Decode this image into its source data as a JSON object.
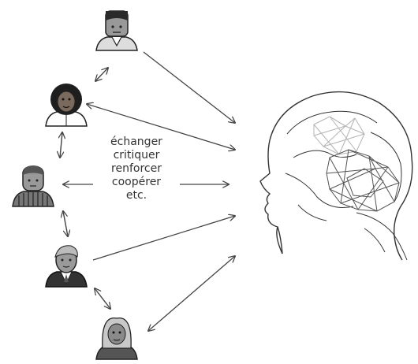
{
  "diagram": {
    "actions": [
      "échanger",
      "critiquer",
      "renforcer",
      "coopérer",
      "etc."
    ]
  },
  "colors": {
    "line": "#444444",
    "skin": "#9a9a9a",
    "dark_hair": "#1e1e1e",
    "shirt": "#ffffff"
  }
}
